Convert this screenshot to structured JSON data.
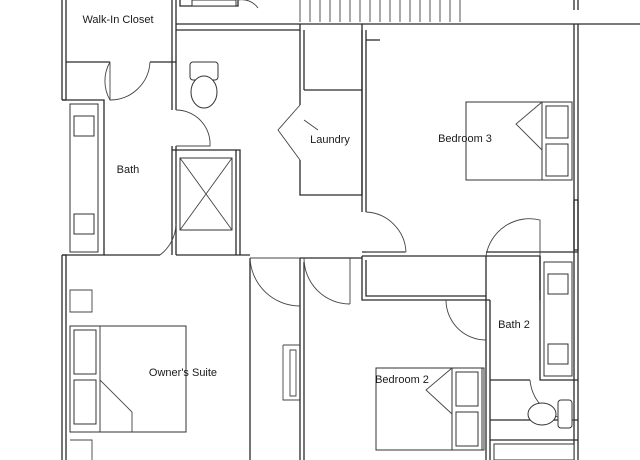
{
  "floor_plan": {
    "rooms": {
      "walk_in_closet": "Walk-In Closet",
      "bath": "Bath",
      "laundry": "Laundry",
      "bedroom_3": "Bedroom 3",
      "owners_suite": "Owner's Suite",
      "bedroom_2": "Bedroom 2",
      "bath_2": "Bath 2"
    }
  }
}
